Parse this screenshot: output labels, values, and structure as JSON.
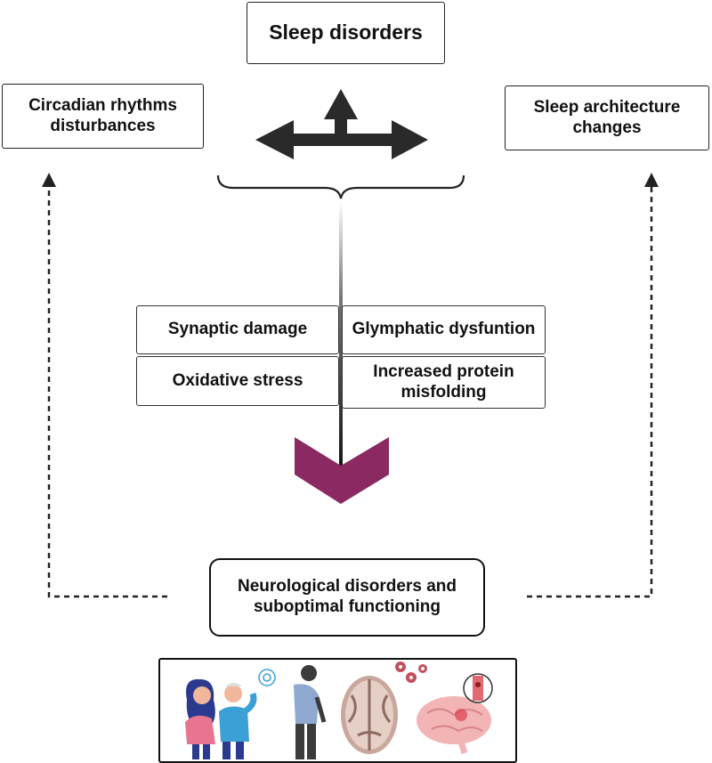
{
  "diagram": {
    "top_node": "Sleep disorders",
    "left_node": "Circadian rhythms disturbances",
    "right_node": "Sleep architecture changes",
    "mechanisms": [
      "Synaptic damage",
      "Glymphatic dysfuntion",
      "Oxidative stress",
      "Increased protein misfolding"
    ],
    "outcome": "Neurological disorders and suboptimal functioning",
    "illustrations": [
      "people-talking-icon",
      "elderly-person-icon",
      "brain-scan-icon",
      "virus-cells-icon",
      "brain-icon",
      "blood-vessel-icon"
    ],
    "colors": {
      "chevron": "#8b2a62",
      "arrows": "#222222",
      "skin": "#f0b79a",
      "brain_pink": "#f3b4b6"
    }
  }
}
